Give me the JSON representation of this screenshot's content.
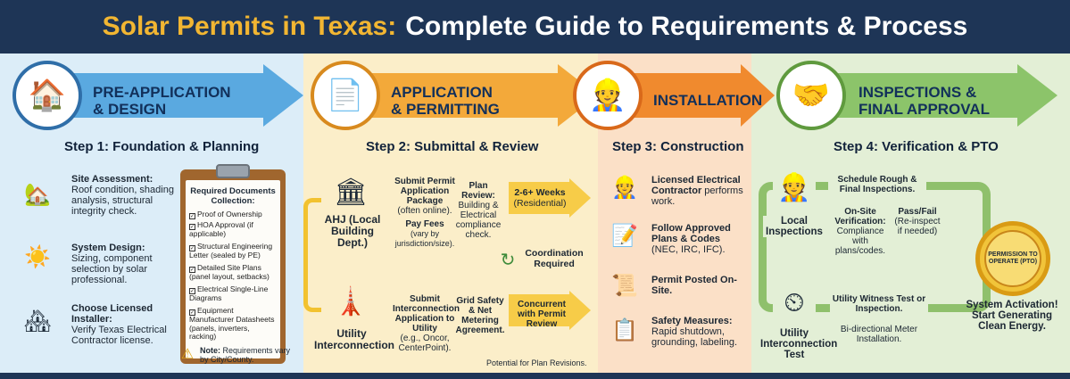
{
  "header": {
    "title_part1": "Solar Permits in Texas:",
    "title_part2": "Complete Guide to Requirements & Process"
  },
  "phases": [
    {
      "label_line1": "PRE-APPLICATION",
      "label_line2": "& DESIGN",
      "step_title": "Step 1: Foundation & Planning",
      "icon": "house-magnifier-icon"
    },
    {
      "label_line1": "APPLICATION",
      "label_line2": "& PERMITTING",
      "step_title": "Step 2: Submittal & Review",
      "icon": "documents-stamp-icon"
    },
    {
      "label_line1": "INSTALLATION",
      "label_line2": "",
      "step_title": "Step 3: Construction",
      "icon": "roof-workers-icon"
    },
    {
      "label_line1": "INSPECTIONS &",
      "label_line2": "FINAL APPROVAL",
      "step_title": "Step 4: Verification & PTO",
      "icon": "inspector-handshake-icon"
    }
  ],
  "step1": {
    "items": [
      {
        "title": "Site Assessment:",
        "body": "Roof condition, shading analysis, structural integrity check."
      },
      {
        "title": "System Design:",
        "body": "Sizing, component selection by solar professional."
      },
      {
        "title": "Choose Licensed Installer:",
        "body": "Verify Texas Electrical Contractor license."
      }
    ],
    "clipboard": {
      "title": "Required Documents Collection:",
      "docs": [
        "Proof of Ownership",
        "HOA Approval (if applicable)",
        "Structural Engineering Letter (sealed by PE)",
        "Detailed Site Plans (panel layout, setbacks)",
        "Electrical Single-Line Diagrams",
        "Equipment Manufacturer Datasheets (panels, inverters, racking)"
      ]
    },
    "note_label": "Note:",
    "note_text": "Requirements vary by City/County."
  },
  "step2": {
    "ahj_label": "AHJ (Local Building Dept.)",
    "utility_label": "Utility Interconnection",
    "submit_permit_title": "Submit Permit Application Package",
    "submit_permit_sub": "(often online).",
    "pay_fees_title": "Pay Fees",
    "pay_fees_sub": "(vary by jurisdiction/size).",
    "plan_review_title": "Plan Review:",
    "plan_review_body": "Building & Electrical compliance check.",
    "weeks_title": "2-6+ Weeks",
    "weeks_sub": "(Residential)",
    "coordination": "Coordination Required",
    "submit_interconnection_title": "Submit Interconnection Application to Utility",
    "submit_interconnection_sub": "(e.g., Oncor, CenterPoint).",
    "grid_safety": "Grid Safety & Net Metering Agreement.",
    "concurrent": "Concurrent with Permit Review",
    "potential": "Potential for Plan Revisions."
  },
  "step3": {
    "items": [
      {
        "bold": "Licensed Electrical Contractor",
        "rest": " performs work."
      },
      {
        "bold_prefix": "Follow ",
        "bold": "Approved Plans & Codes",
        "rest": "(NEC, IRC, IFC)."
      },
      {
        "bold": "Permit Posted On-Site.",
        "rest": ""
      },
      {
        "bold": "Safety Measures:",
        "rest": "Rapid shutdown, grounding, labeling."
      }
    ]
  },
  "step4": {
    "local_inspections": "Local Inspections",
    "schedule": "Schedule Rough & Final Inspections.",
    "onsite_title": "On-Site Verification:",
    "onsite_body": "Compliance with plans/codes.",
    "passfail_title": "Pass/Fail",
    "passfail_body": "(Re-inspect if needed)",
    "utility_test": "Utility Interconnection Test",
    "witness": "Utility Witness Test or Inspection.",
    "meter": "Bi-directional Meter Installation.",
    "badge": "PERMISSION TO OPERATE (PTO)",
    "activation": "System Activation! Start Generating Clean Energy."
  },
  "colors": {
    "header_bg": "#1e3556",
    "title_accent": "#f2b632",
    "arrow_blue": "#5aa9e0",
    "arrow_orange": "#f3a93a",
    "arrow_green": "#8cc46a"
  }
}
